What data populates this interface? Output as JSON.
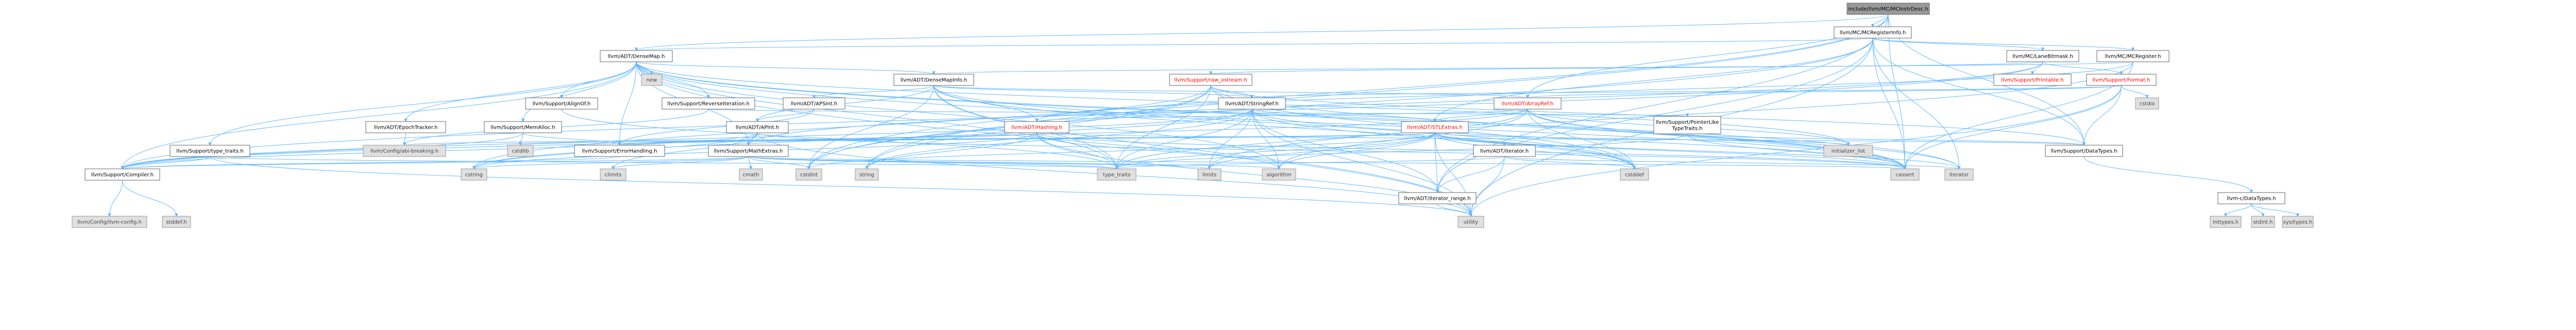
{
  "nodes": {
    "root": "include/llvm/MC/MCInstrDesc.h",
    "mcregisterinfo": "llvm/MC/MCRegisterInfo.h",
    "densemap": "llvm/ADT/DenseMap.h",
    "lanebitmask": "llvm/MC/LaneBitmask.h",
    "mcregister": "llvm/MC/MCRegister.h",
    "new": "new",
    "densemapinfo": "llvm/ADT/DenseMapInfo.h",
    "rawostream": "llvm/Support/raw_ostream.h",
    "printable": "llvm/Support/Printable.h",
    "format": "llvm/Support/Format.h",
    "alignof": "llvm/Support/AlignOf.h",
    "reverseiteration": "llvm/Support/ReverseIteration.h",
    "apsint": "llvm/ADT/APSInt.h",
    "stringref": "llvm/ADT/StringRef.h",
    "arrayref": "llvm/ADT/ArrayRef.h",
    "cstdio": "cstdio",
    "epochtracker": "llvm/ADT/EpochTracker.h",
    "memalloc": "llvm/Support/MemAlloc.h",
    "apint": "llvm/ADT/APInt.h",
    "hashing": "llvm/ADT/Hashing.h",
    "stlextras": "llvm/ADT/STLExtras.h",
    "pointerlike": [
      "llvm/Support/PointerLike",
      "TypeTraits.h"
    ],
    "typetraitsh": "llvm/Support/type_traits.h",
    "configabi": "llvm/Config/abi-breaking.h",
    "cstdlib": "cstdlib",
    "errorhandling": "llvm/Support/ErrorHandling.h",
    "mathextras": "llvm/Support/MathExtras.h",
    "iterator": "llvm/ADT/iterator.h",
    "initlist": "initializer_list",
    "datatypes": "llvm/Support/DataTypes.h",
    "compiler": "llvm/Support/Compiler.h",
    "cstring": "cstring",
    "climits": "climits",
    "cmath": "cmath",
    "cstdint": "cstdint",
    "string": "string",
    "type_traits": "type_traits",
    "limits": "limits",
    "algorithm": "algorithm",
    "iteratorrange": "llvm/ADT/iterator_range.h",
    "cstddef": "cstddef",
    "cassert": "cassert",
    "iteratorstd": "iterator",
    "llvmc_datatypes": "llvm-c/DataTypes.h",
    "utility": "utility",
    "llvmconfig": "llvm/Config/llvm-config.h",
    "stddef": "stddef.h",
    "inttypes": "inttypes.h",
    "stdint": "stdint.h",
    "systypes": "sys/types.h"
  },
  "colors": {
    "edge": "#63b8ff",
    "root_fill": "#999999",
    "system_fill": "#e0e0e0",
    "incomplete_text": "#ff0000"
  }
}
